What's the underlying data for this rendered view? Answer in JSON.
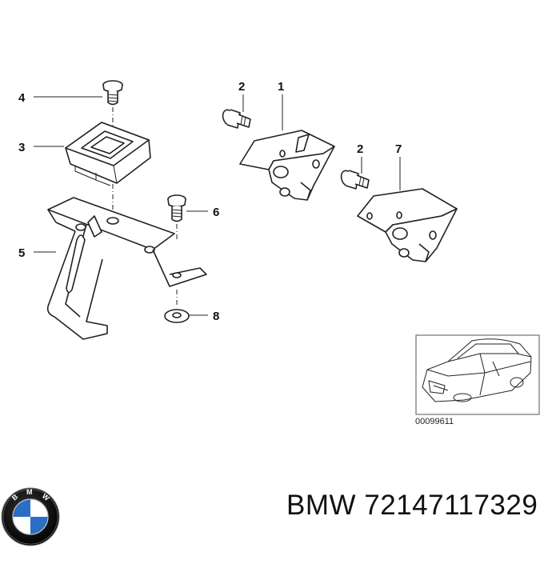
{
  "diagram": {
    "callouts": [
      {
        "id": "c4",
        "label": "4"
      },
      {
        "id": "c3",
        "label": "3"
      },
      {
        "id": "c5",
        "label": "5"
      },
      {
        "id": "c6",
        "label": "6"
      },
      {
        "id": "c8",
        "label": "8"
      },
      {
        "id": "c2a",
        "label": "2"
      },
      {
        "id": "c1",
        "label": "1"
      },
      {
        "id": "c2b",
        "label": "2"
      },
      {
        "id": "c7",
        "label": "7"
      }
    ],
    "reference_number": "00099611"
  },
  "caption": {
    "brand": "BMW",
    "part_number": "72147117329",
    "logo_letters": "BMW"
  }
}
